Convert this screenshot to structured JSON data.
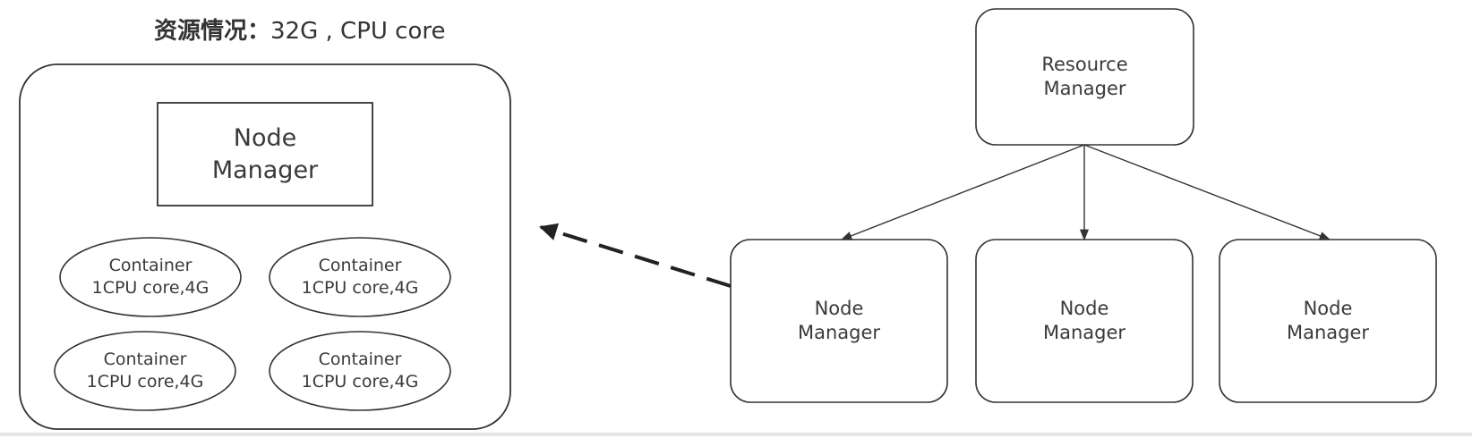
{
  "title": {
    "label": "资源情况：",
    "value": "32G , CPU core"
  },
  "host_node": {
    "node_manager": [
      "Node",
      "Manager"
    ],
    "containers": [
      {
        "line1": "Container",
        "line2": "1CPU core,4G"
      },
      {
        "line1": "Container",
        "line2": "1CPU core,4G"
      },
      {
        "line1": "Container",
        "line2": "1CPU core,4G"
      },
      {
        "line1": "Container",
        "line2": "1CPU core,4G"
      }
    ]
  },
  "resource_manager": [
    "Resource",
    "Manager"
  ],
  "node_managers": [
    [
      "Node",
      "Manager"
    ],
    [
      "Node",
      "Manager"
    ],
    [
      "Node",
      "Manager"
    ]
  ],
  "colors": {
    "stroke": "#333333",
    "text": "#3a3a3a",
    "background": "#ffffff"
  }
}
